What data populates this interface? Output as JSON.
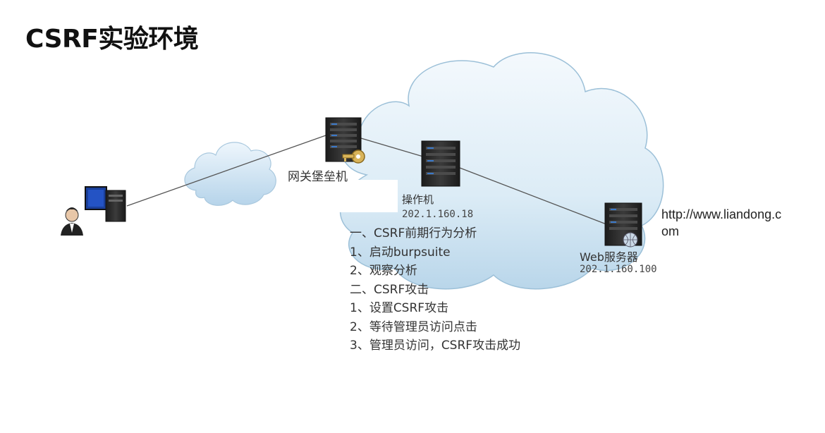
{
  "title": "CSRF实验环境",
  "nodes": {
    "gateway": {
      "label": "网关堡垒机"
    },
    "operator": {
      "label": "操作机",
      "ip": "202.1.160.18"
    },
    "web_server": {
      "label": "Web服务器",
      "ip": "202.1.160.100"
    }
  },
  "url": "http://www.liandong.com",
  "steps": [
    "一、CSRF前期行为分析",
    "1、启动burpsuite",
    "2、观察分析",
    "二、CSRF攻击",
    "1、设置CSRF攻击",
    "2、等待管理员访问点击",
    "3、管理员访问，CSRF攻击成功"
  ],
  "colors": {
    "cloud_fill": "#dcecf6",
    "cloud_edge": "#8fb8d2",
    "server": "#2a2a2a",
    "server_led": "#3a78c8",
    "key": "#c9a24a"
  }
}
